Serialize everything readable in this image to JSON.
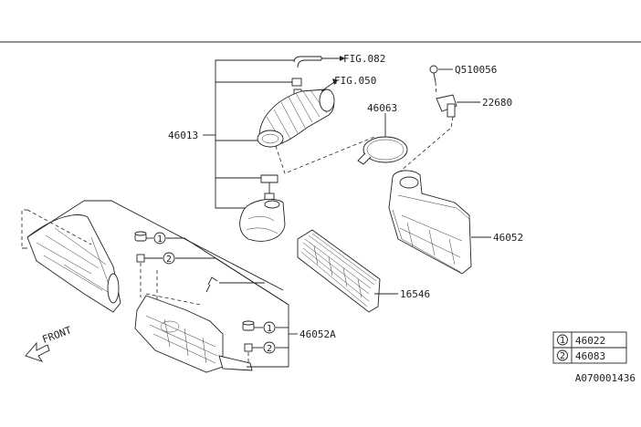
{
  "callouts": {
    "fig082": "FIG.082",
    "fig050": "FIG.050",
    "q510056": "Q510056",
    "p22680": "22680",
    "p46063": "46063",
    "p46013": "46013",
    "p46052": "46052",
    "p16546": "16546",
    "p46052a": "46052A",
    "front": "FRONT"
  },
  "circle_markers": {
    "one": "1",
    "two": "2"
  },
  "legend": {
    "rows": [
      {
        "marker": "1",
        "part": "46022"
      },
      {
        "marker": "2",
        "part": "46083"
      }
    ]
  },
  "diagram_code": "A070001436"
}
